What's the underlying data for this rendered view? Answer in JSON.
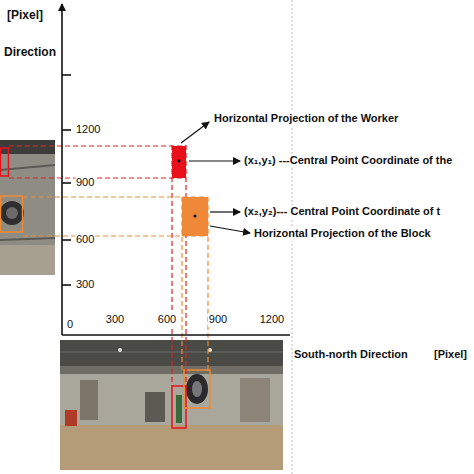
{
  "diagram": {
    "labels": [
      "[Pixel]",
      "Direction",
      "1200",
      "900",
      "600",
      "300",
      "0",
      "300",
      "600",
      "900",
      "1200",
      "South-north Direction",
      "[Pixel]",
      "Horizontal Projection of the Worker",
      "(x₁,y₁) ---Central Point Coordinate of the",
      "(x₂,y₂)--- Central Point Coordinate of t",
      "Horizontal Projection of the Block"
    ]
  }
}
